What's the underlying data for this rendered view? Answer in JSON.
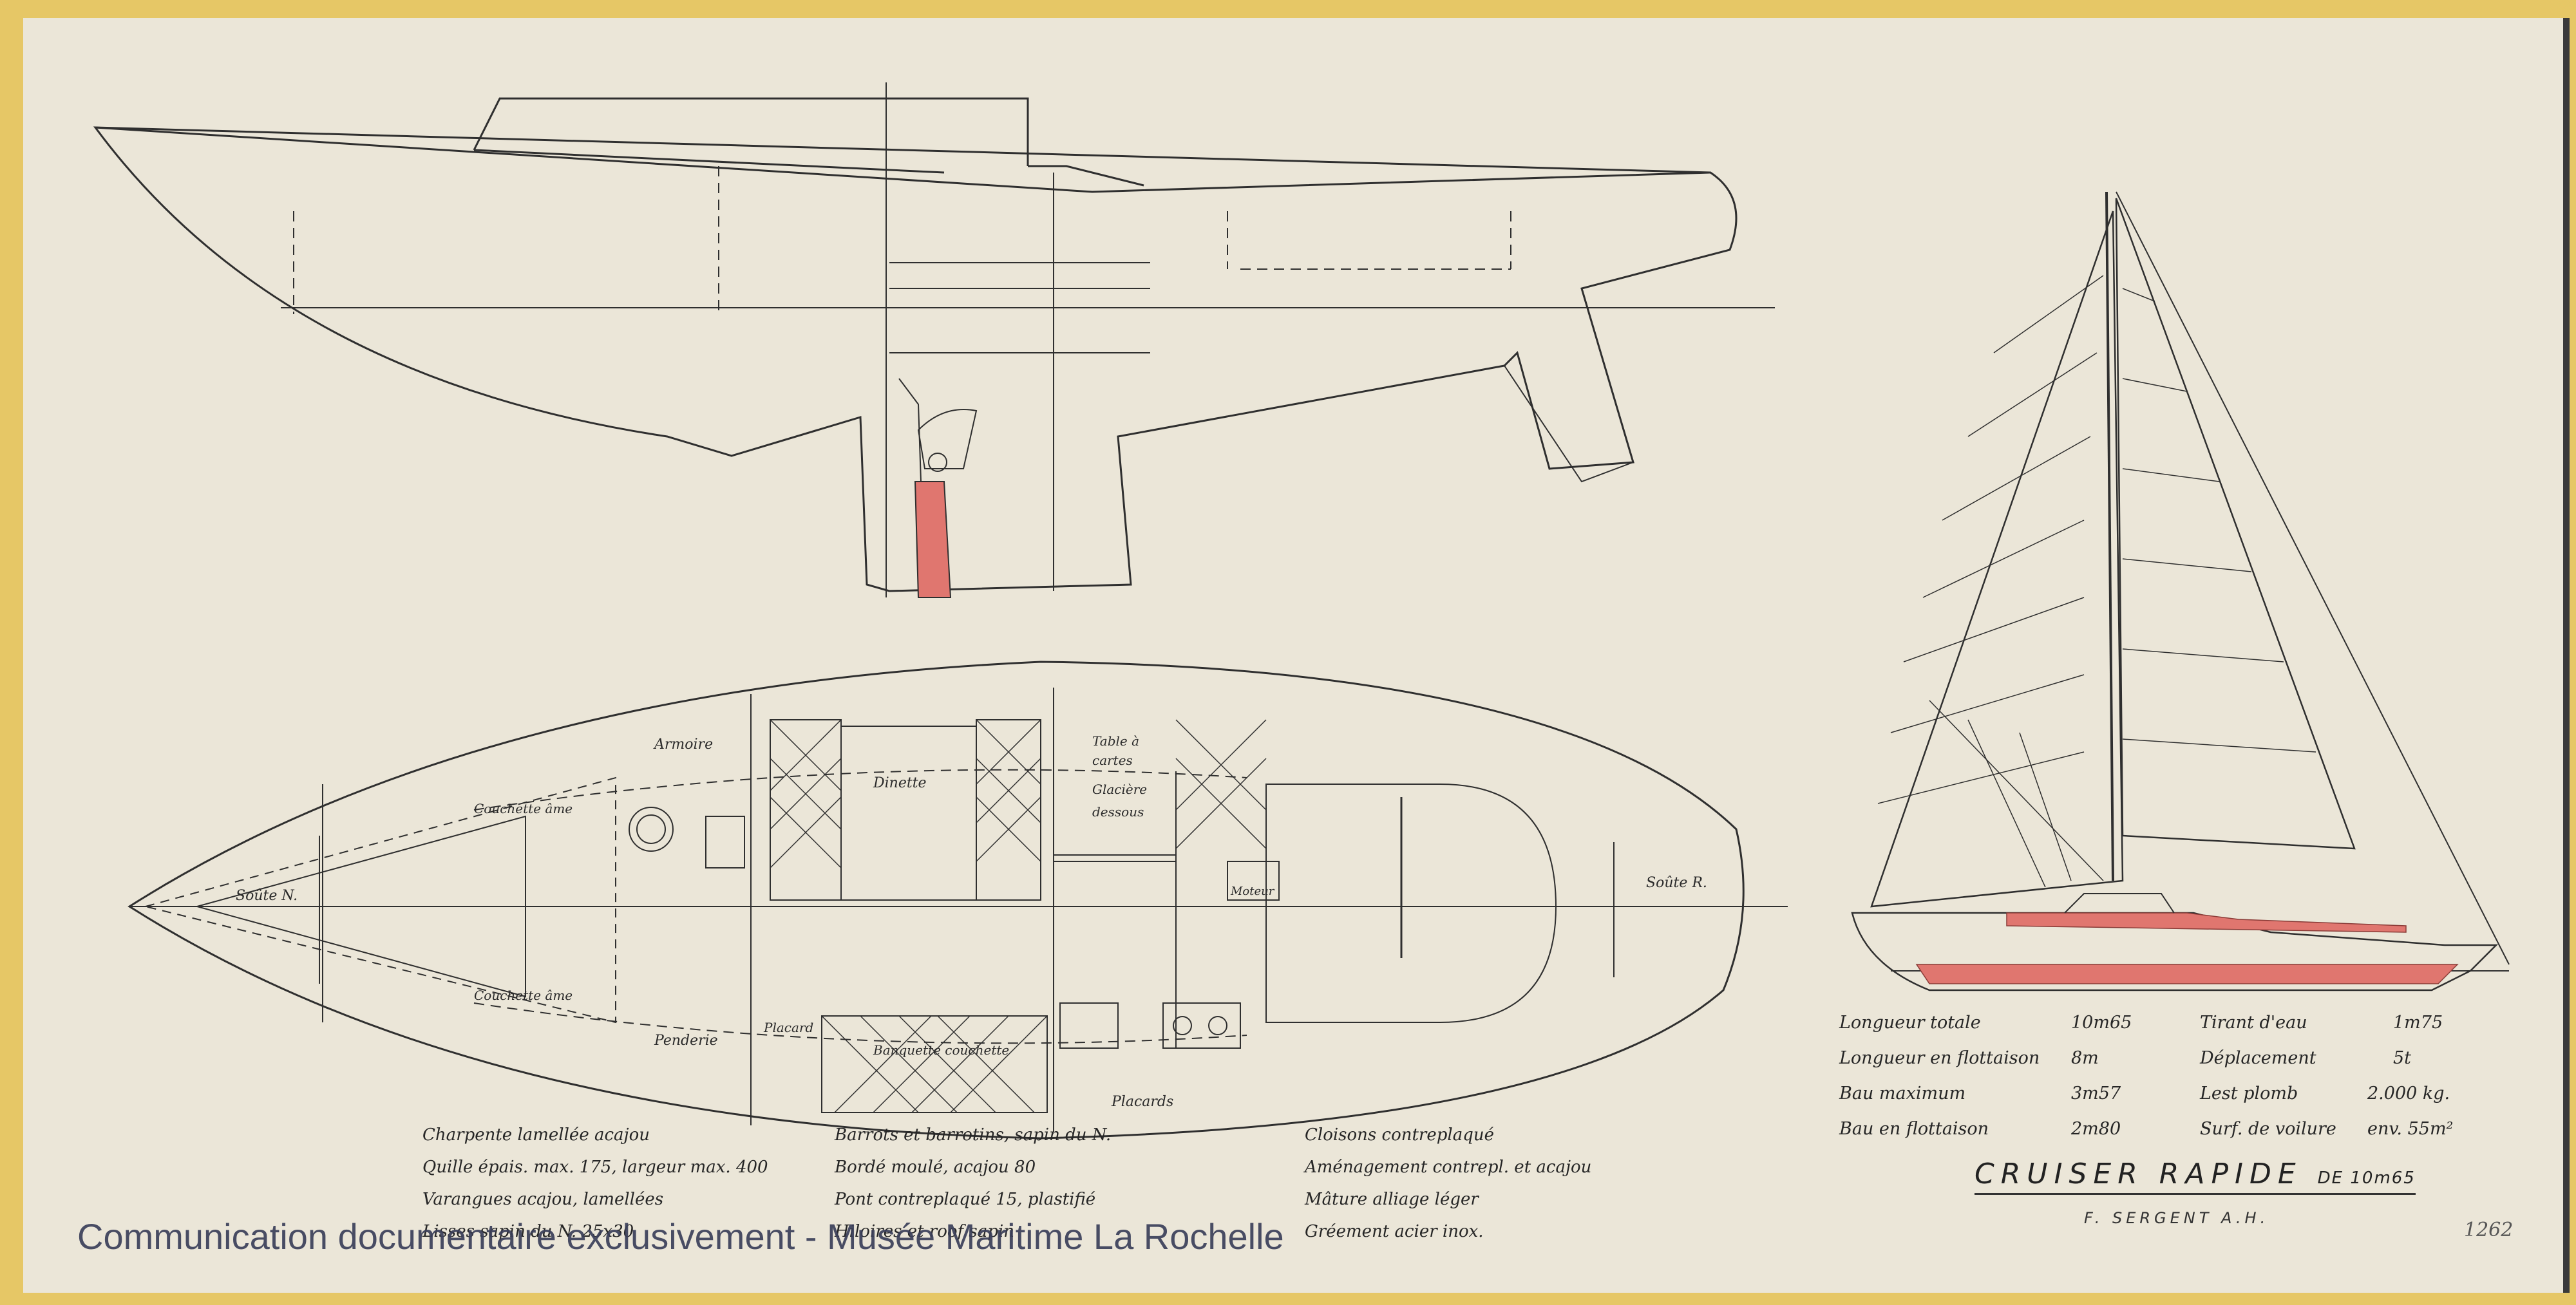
{
  "drawing": {
    "labels": {
      "soute_n": "Soûte N.",
      "soute_r": "Soûte R.",
      "armoire": "Armoire",
      "couchette_top": "Couchette âme",
      "couchette_bottom": "Couchette âme",
      "dinette": "Dinette",
      "table_cartes_1": "Table à",
      "table_cartes_2": "cartes",
      "glaciere_1": "Glacière",
      "glaciere_2": "dessous",
      "moteur": "Moteur",
      "penderie": "Penderie",
      "placard": "Placard",
      "banquette": "Banquette couchette",
      "placards": "Placards"
    },
    "specs": [
      {
        "label": "Longueur totale",
        "value": "10m65"
      },
      {
        "label": "Longueur en flottaison",
        "value": "8m"
      },
      {
        "label": "Bau maximum",
        "value": "3m57"
      },
      {
        "label": "Bau en flottaison",
        "value": "2m80"
      },
      {
        "label": "Tirant d'eau",
        "value": "1m75"
      },
      {
        "label": "Déplacement",
        "value": "5t"
      },
      {
        "label": "Lest plomb",
        "value": "2.000 kg."
      },
      {
        "label": "Surf. de voilure",
        "value": "env. 55m²"
      }
    ],
    "notes": [
      "Charpente lamellée acajou",
      "Quille épais. max. 175, largeur max. 400",
      "Varangues acajou, lamellées",
      "Lisses sapin du N. 25x30",
      "Barrots et barrotins, sapin du N.",
      "Bordé moulé, acajou 80",
      "Pont contreplaqué 15, plastifié",
      "Hiloires et roof sapin",
      "Cloisons contreplaqué",
      "Aménagement contrepl. et acajou",
      "Mâture alliage léger",
      "Gréement acier inox."
    ],
    "title": "CRUISER RAPIDE",
    "title_suffix": "DE 10m65",
    "designer": "F. SERGENT A.H.",
    "plan_number": "1262"
  },
  "watermark": "Communication documentaire exclusivement - Musée Maritime La Rochelle",
  "colors": {
    "paper": "#ebe6d8",
    "frame": "#e6c766",
    "ink": "#2b2b2b",
    "red_fill": "#e0766f"
  }
}
